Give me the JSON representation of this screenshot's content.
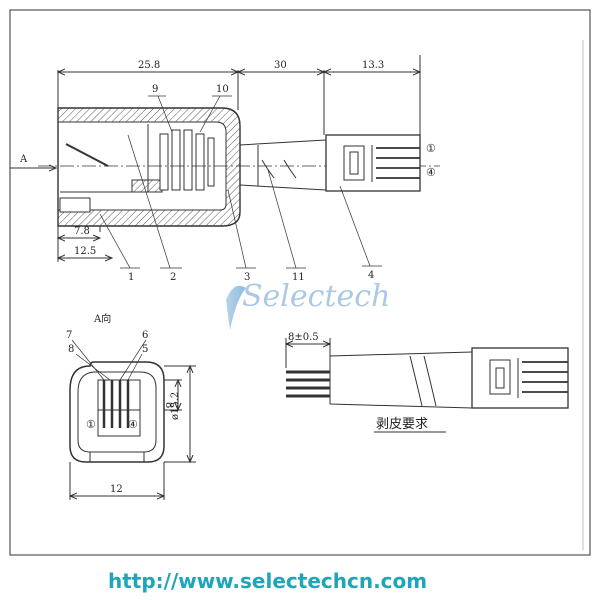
{
  "drawing": {
    "dim_top_1": "25.8",
    "dim_top_2": "30",
    "dim_top_3": "13.3",
    "dim_left_1": "7.8",
    "dim_left_2": "12.5",
    "arrow_label": "A",
    "pin_top": "①",
    "pin_bottom": "④",
    "callouts": [
      "1",
      "2",
      "3",
      "11",
      "4",
      "9",
      "10"
    ]
  },
  "view_a": {
    "title": "A向",
    "callouts": [
      "7",
      "8",
      "6",
      "5"
    ],
    "pin_left": "①",
    "pin_right": "④",
    "dim_8": "8",
    "dim_152": "ø15.2",
    "dim_12": "12"
  },
  "strip": {
    "dim": "8±0.5",
    "caption": "剥皮要求"
  },
  "watermark": "Selectech",
  "footer": {
    "url": "http://www.selectechcn.com"
  }
}
